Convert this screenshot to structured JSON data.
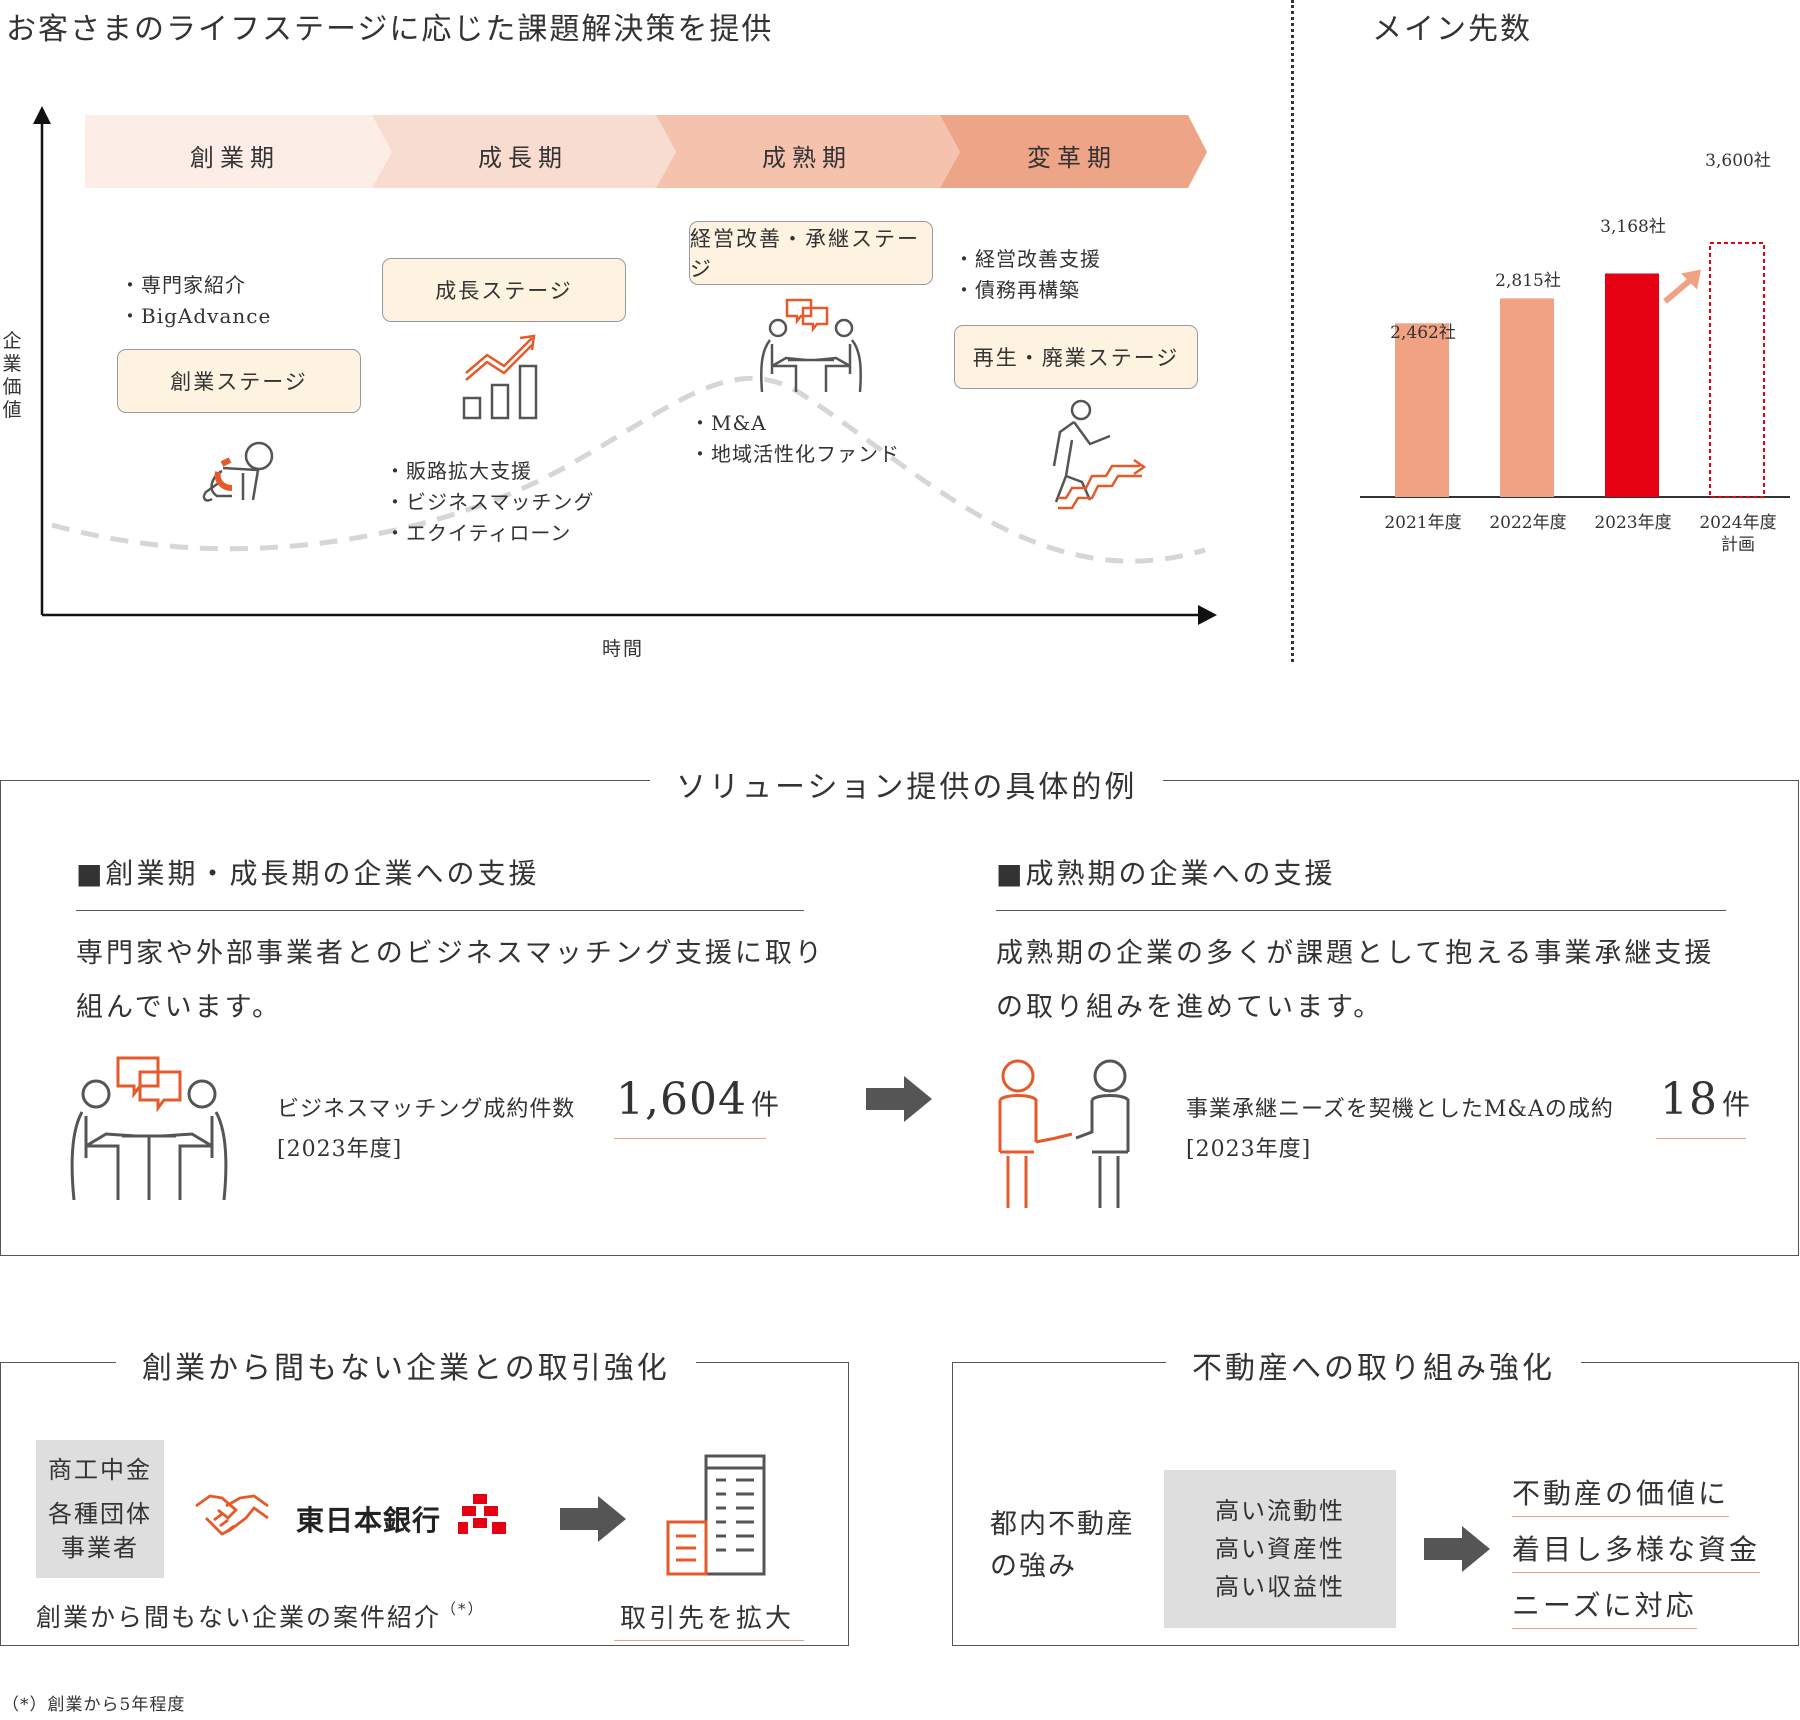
{
  "header": {
    "left_title": "お客さまのライフステージに応じた課題解決策を提供",
    "right_title": "メイン先数"
  },
  "lifecycle": {
    "stages": [
      "創業期",
      "成長期",
      "成熟期",
      "変革期"
    ],
    "y_axis_label": [
      "企",
      "業",
      "価",
      "値"
    ],
    "x_axis_label": "時間",
    "boxes": {
      "startup": "創業ステージ",
      "growth": "成長ステージ",
      "mature": "経営改善・承継ステージ",
      "revival": "再生・廃業ステージ"
    },
    "bullets_startup": [
      "・専門家紹介",
      "・BigAdvance"
    ],
    "bullets_growth": [
      "・販路拡大支援",
      "・ビジネスマッチング",
      "・エクイティローン"
    ],
    "bullets_mature": [
      "・M&A",
      "・地域活性化ファンド"
    ],
    "bullets_revival": [
      "・経営改善支援",
      "・債務再構築"
    ]
  },
  "chart_data": {
    "type": "bar",
    "title": "メイン先数",
    "categories": [
      "2021年度",
      "2022年度",
      "2023年度",
      "2024年度 計画"
    ],
    "values": [
      2462,
      2815,
      3168,
      3600
    ],
    "value_labels": [
      "2,462社",
      "2,815社",
      "3,168社",
      "3,600社"
    ],
    "category_labels": [
      [
        "2021年度"
      ],
      [
        "2022年度"
      ],
      [
        "2023年度"
      ],
      [
        "2024年度",
        "計画"
      ]
    ],
    "ylim": [
      0,
      3600
    ],
    "colors": [
      "#f0a282",
      "#f0a282",
      "#e50012",
      "#e50012"
    ],
    "last_is_plan": true
  },
  "solutions": {
    "title": "ソリューション提供の具体的例",
    "left": {
      "heading": "■創業期・成長期の企業への支援",
      "text_line1": "専門家や外部事業者とのビジネスマッチング支援に取り",
      "text_line2": "組んでいます。",
      "stat_label": "ビジネスマッチング成約件数",
      "stat_value": "1,604",
      "stat_unit": "件",
      "stat_period": "[2023年度]"
    },
    "right": {
      "heading": "■成熟期の企業への支援",
      "text_line1": "成熟期の企業の多くが課題として抱える事業承継支援",
      "text_line2": "の取り組みを進めています。",
      "stat_label": "事業承継ニーズを契機としたM&Aの成約",
      "stat_value": "18",
      "stat_unit": "件",
      "stat_period": "[2023年度]"
    }
  },
  "startup_box": {
    "title": "創業から間もない企業との取引強化",
    "gray_lines": [
      "商工中金",
      "各種団体",
      "事業者"
    ],
    "bank_name": "東日本銀行",
    "caption": "創業から間もない企業の案件紹介",
    "caption_mark": "（*）",
    "result": "取引先を拡大"
  },
  "realestate_box": {
    "title": "不動産への取り組み強化",
    "strength_lines": [
      "都内不動産",
      "の強み"
    ],
    "gray_lines": [
      "高い流動性",
      "高い資産性",
      "高い収益性"
    ],
    "result_lines": [
      "不動産の価値に",
      "着目し多様な資金",
      "ニーズに対応"
    ]
  },
  "footnote": "（*）創業から5年程度",
  "colors": {
    "accent": "#e55a2b",
    "red": "#e50012",
    "salmon": "#f0a282",
    "box_fill": "#fdf3e0",
    "arrow_gray": "#555555"
  }
}
